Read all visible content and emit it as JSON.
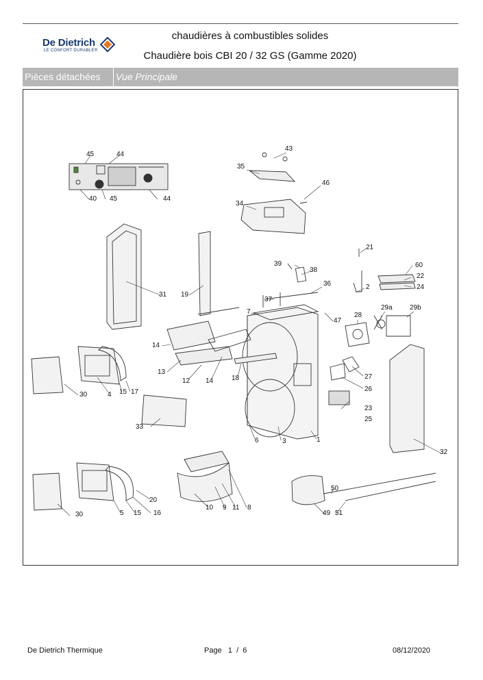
{
  "brand": {
    "name": "De Dietrich",
    "tagline": "LE CONFORT DURABLE®"
  },
  "header": {
    "title_line1": "chaudières à combustibles solides",
    "title_line2": "Chaudière bois CBI 20 / 32 GS (Gamme 2020)"
  },
  "section_bar": {
    "left": "Pièces détachées",
    "right": "Vue Principale"
  },
  "part_numbers": {
    "p43": "43",
    "p35": "35",
    "p46": "46",
    "p34": "34",
    "p45a": "45",
    "p44a": "44",
    "p40": "40",
    "p45b": "45",
    "p44b": "44",
    "p21": "21",
    "p39": "39",
    "p38": "38",
    "p60": "60",
    "p22": "22",
    "p24": "24",
    "p36": "36",
    "p2": "2",
    "p37": "37",
    "p31": "31",
    "p19": "19",
    "p7": "7",
    "p47": "47",
    "p28": "28",
    "p29a": "29a",
    "p29b": "29b",
    "p14a": "14",
    "p13": "13",
    "p12": "12",
    "p14b": "14",
    "p18": "18",
    "p27": "27",
    "p26": "26",
    "p23": "23",
    "p25": "25",
    "p30a": "30",
    "p4": "4",
    "p15a": "15",
    "p17": "17",
    "p33": "33",
    "p6": "6",
    "p3": "3",
    "p1": "1",
    "p32": "32",
    "p20": "20",
    "p10": "10",
    "p9": "9",
    "p11": "11",
    "p8": "8",
    "p50": "50",
    "p49": "49",
    "p51": "51",
    "p30b": "30",
    "p5": "5",
    "p15b": "15",
    "p16": "16"
  },
  "footer": {
    "company": "De Dietrich Thermique",
    "page": "Page   1  /  6",
    "date": "08/12/2020"
  }
}
